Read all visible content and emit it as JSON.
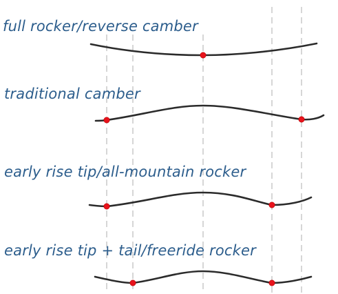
{
  "colors": {
    "label": "#2c5d8c",
    "profile": "#2b2b2b",
    "contact_point": "#e8131c",
    "guide": "#c9c9c9"
  },
  "profiles": [
    {
      "label": "full rocker/reverse camber"
    },
    {
      "label": "traditional camber"
    },
    {
      "label": "early rise tip/all-mountain rocker"
    },
    {
      "label": "early rise tip + tail/freeride rocker"
    }
  ]
}
